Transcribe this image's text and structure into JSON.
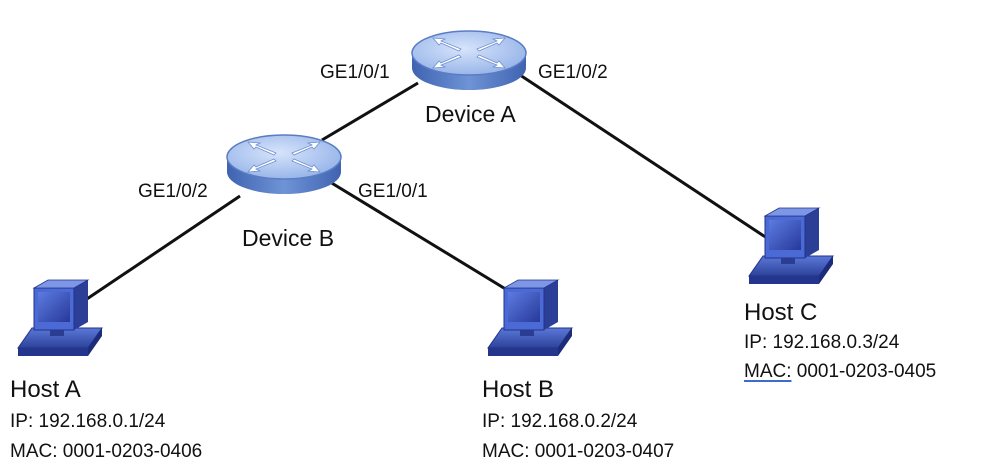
{
  "devices": {
    "a": {
      "name": "Device A",
      "port_left": "GE1/0/1",
      "port_right": "GE1/0/2"
    },
    "b": {
      "name": "Device B",
      "port_left": "GE1/0/2",
      "port_right": "GE1/0/1"
    }
  },
  "hosts": {
    "a": {
      "name": "Host A",
      "ip": "IP: 192.168.0.1/24",
      "mac_label": "MAC:",
      "mac_value": "0001-0203-0406"
    },
    "b": {
      "name": "Host B",
      "ip": "IP: 192.168.0.2/24",
      "mac_label": "MAC:",
      "mac_value": "0001-0203-0407"
    },
    "c": {
      "name": "Host C",
      "ip": "IP: 192.168.0.3/24",
      "mac_label": "MAC:",
      "mac_value": "0001-0203-0405"
    }
  },
  "colors": {
    "link": "#111111",
    "router_body": "#6f93d6",
    "router_top": "#a9c4ee",
    "pc_body": "#4666cc",
    "pc_screen": "#2a3f9a",
    "pc_dark": "#263a8e",
    "mac_underline": "#3c6ccc"
  },
  "icons": {
    "router": "router-icon",
    "host": "computer-icon"
  }
}
